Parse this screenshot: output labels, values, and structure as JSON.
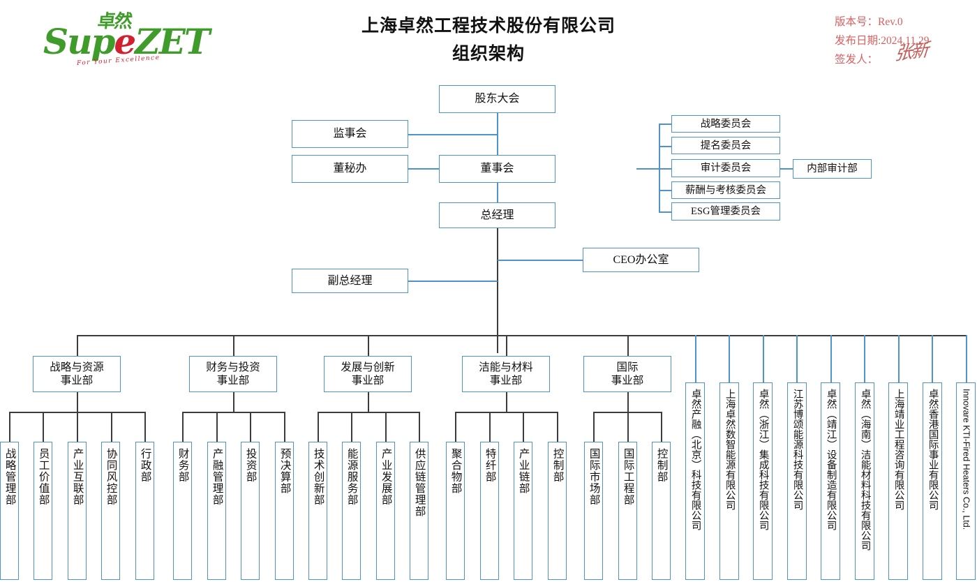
{
  "logo": {
    "cn": "卓然",
    "word_sup": "Sup",
    "word_e": "e",
    "word_zet": "ZET",
    "tagline": "For Your Excellence"
  },
  "header": {
    "company": "上海卓然工程技术股份有限公司",
    "doc_type": "组织架构",
    "version_label": "版本号：Rev.0",
    "release_label": "发布日期:2024.11.29",
    "signer_label": "签发人：",
    "signature": "张新"
  },
  "governance": {
    "shareholders": "股东大会",
    "supervisory_board": "监事会",
    "board_secretary": "董秘办",
    "board": "董事会",
    "general_manager": "总经理",
    "deputy_gm": "副总经理",
    "ceo_office": "CEO办公室"
  },
  "committees": [
    "战略委员会",
    "提名委员会",
    "审计委员会",
    "薪酬与考核委员会",
    "ESG管理委员会"
  ],
  "internal_audit": "内部审计部",
  "divisions": [
    {
      "line1": "战略与资源",
      "line2": "事业部",
      "departments": [
        "战略管理部",
        "员工价值部",
        "产业互联部",
        "协同风控部",
        "行政部"
      ]
    },
    {
      "line1": "财务与投资",
      "line2": "事业部",
      "departments": [
        "财务部",
        "产融管理部",
        "投资部",
        "预决算部"
      ]
    },
    {
      "line1": "发展与创新",
      "line2": "事业部",
      "departments": [
        "技术创新部",
        "能源服务部",
        "产业发展部",
        "供应链管理部"
      ]
    },
    {
      "line1": "洁能与材料",
      "line2": "事业部",
      "departments": [
        "聚合物部",
        "特纤部",
        "产业链部",
        "控制部"
      ]
    },
    {
      "line1": "国际",
      "line2": "事业部",
      "departments": [
        "国际市场部",
        "国际工程部",
        "控制部"
      ]
    }
  ],
  "subsidiaries": [
    "卓然产融（北京）科技有限公司",
    "上海卓然数智能源有限公司",
    "卓然（浙江）集成科技有限公司",
    "江苏博颂能源科技有限公司",
    "卓然（靖江）设备制造有限公司",
    "卓然（海南）洁能材料科技有限公司",
    "上海靖业工程咨询有限公司",
    "卓然香港国际事业有限公司",
    "Innovare KTI-Fired Heaters Co., Ltd."
  ]
}
